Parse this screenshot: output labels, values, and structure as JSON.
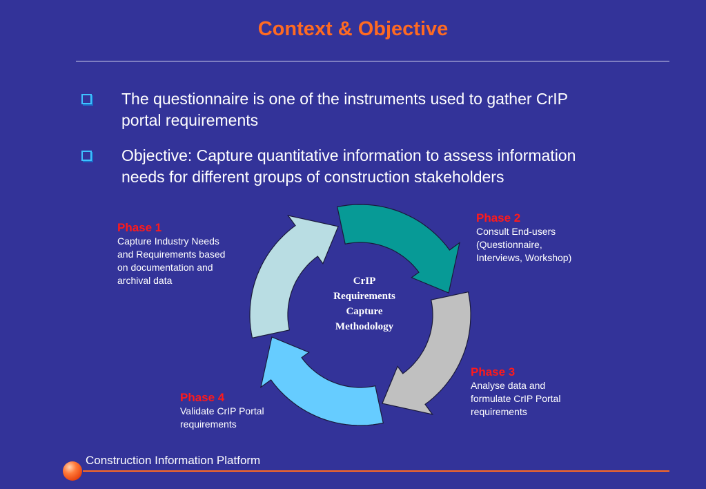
{
  "title": "Context & Objective",
  "bullets": [
    {
      "line1": "The questionnaire is one of the instruments used to gather CrIP",
      "line2": "portal requirements"
    },
    {
      "line1": "Objective: Capture quantitative information to assess information",
      "line2": "needs for different groups of construction stakeholders"
    }
  ],
  "center": {
    "line1": "CrIP",
    "line2": "Requirements",
    "line3": "Capture",
    "line4": "Methodology"
  },
  "phases": {
    "p1": {
      "title": "Phase 1",
      "lines": [
        "Capture Industry Needs",
        "and Requirements based",
        "on documentation and",
        "archival data"
      ]
    },
    "p2": {
      "title": "Phase 2",
      "lines": [
        "Consult End-users",
        "(Questionnaire,",
        "Interviews, Workshop)"
      ]
    },
    "p3": {
      "title": "Phase 3",
      "lines": [
        "Analyse data and",
        "formulate CrIP Portal",
        "requirements"
      ]
    },
    "p4": {
      "title": "Phase 4",
      "lines": [
        "Validate CrIP Portal",
        "requirements"
      ]
    }
  },
  "colors": {
    "background": "#333399",
    "title": "#ff6a21",
    "phase_title": "#ff1a1a",
    "arrow_phase1": "#b9dde3",
    "arrow_phase2": "#079a96",
    "arrow_phase3": "#c0c0c0",
    "arrow_phase4": "#66ccff"
  },
  "footer": {
    "text": "Construction Information Platform"
  }
}
